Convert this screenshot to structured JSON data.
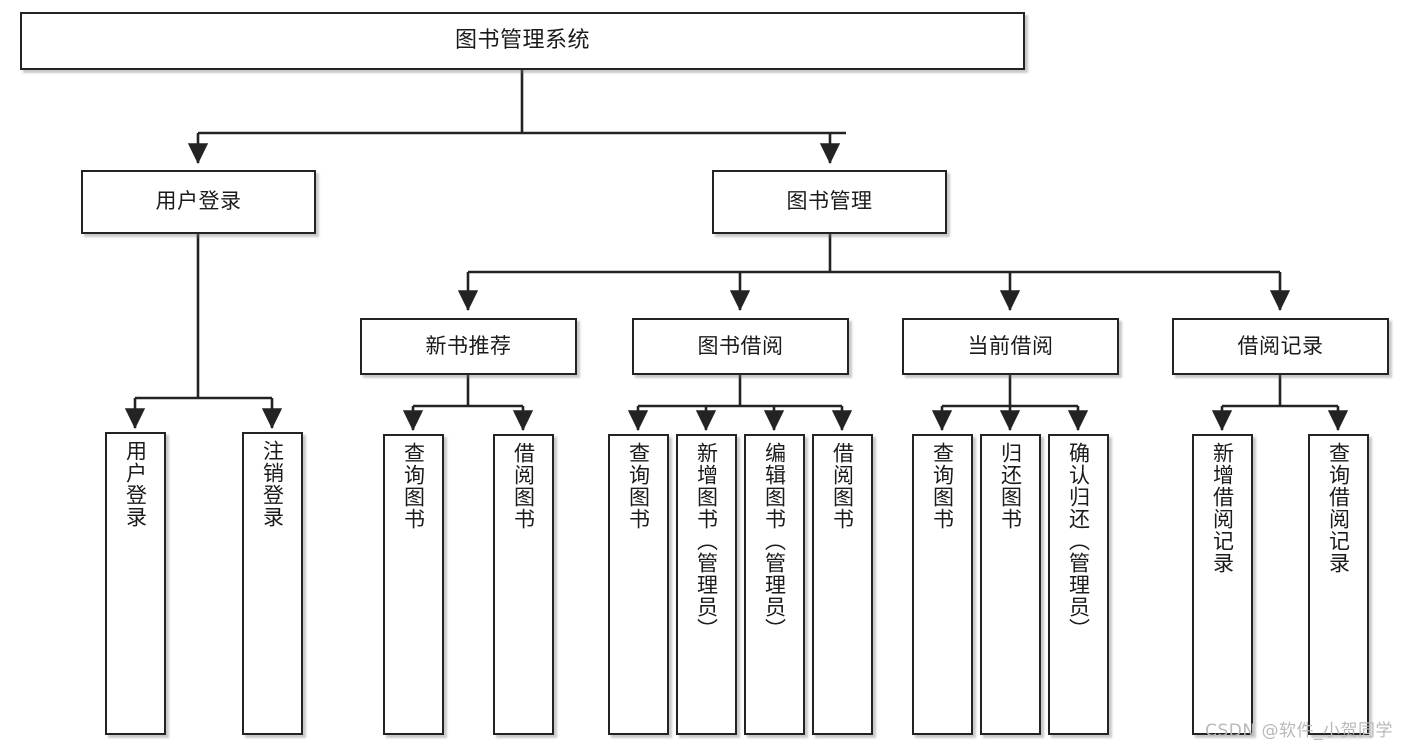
{
  "diagram": {
    "title": "图书管理系统",
    "watermark": "CSDN @软件_小贺同学",
    "line_color": "#232323",
    "box_fill": "#ffffff",
    "text_color": "#1b1b1b",
    "levels": {
      "level1": [
        "图书管理系统"
      ],
      "level2": [
        "用户登录",
        "图书管理"
      ],
      "level3": [
        "新书推荐",
        "图书借阅",
        "当前借阅",
        "借阅记录"
      ],
      "level4": [
        "用户登录",
        "注销登录",
        "查询图书",
        "借阅图书",
        "查询图书",
        "新增图书（管理员）",
        "编辑图书（管理员）",
        "借阅图书",
        "查询图书",
        "归还图书",
        "确认归还（管理员）",
        "新增借阅记录",
        "查询借阅记录"
      ]
    },
    "nodes": {
      "root": {
        "label": "图书管理系统"
      },
      "user_login": {
        "label": "用户登录"
      },
      "book_manage": {
        "label": "图书管理"
      },
      "new_book_rec": {
        "label": "新书推荐"
      },
      "book_borrow": {
        "label": "图书借阅"
      },
      "current_borrow": {
        "label": "当前借阅"
      },
      "borrow_record": {
        "label": "借阅记录"
      },
      "leaf_user_login": {
        "label": "用户登录"
      },
      "leaf_logout": {
        "label": "注销登录"
      },
      "leaf_query_book_1": {
        "label": "查询图书"
      },
      "leaf_borrow_book_1": {
        "label": "借阅图书"
      },
      "leaf_query_book_2": {
        "label": "查询图书"
      },
      "leaf_add_book": {
        "label": "新增图书（管理员）"
      },
      "leaf_edit_book": {
        "label": "编辑图书（管理员）"
      },
      "leaf_borrow_book_2": {
        "label": "借阅图书"
      },
      "leaf_query_book_3": {
        "label": "查询图书"
      },
      "leaf_return_book": {
        "label": "归还图书"
      },
      "leaf_confirm_return": {
        "label": "确认归还（管理员）"
      },
      "leaf_add_record": {
        "label": "新增借阅记录"
      },
      "leaf_query_record": {
        "label": "查询借阅记录"
      }
    }
  }
}
